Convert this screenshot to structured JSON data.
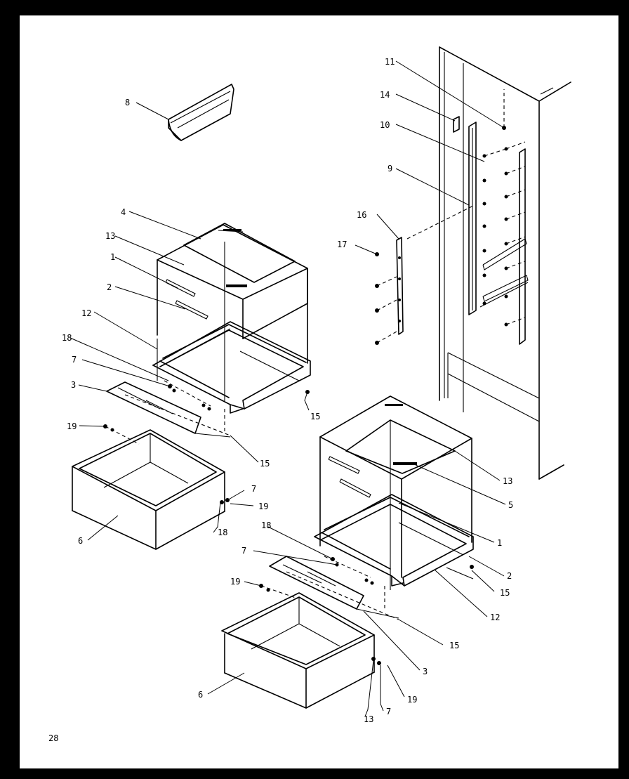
{
  "page_number": "28",
  "callouts": {
    "c1a": "1",
    "c2a": "2",
    "c3a": "3",
    "c4": "4",
    "c6a": "6",
    "c7a": "7",
    "c7b": "7",
    "c8": "8",
    "c9": "9",
    "c10": "10",
    "c11": "11",
    "c12a": "12",
    "c13a": "13",
    "c14": "14",
    "c15a": "15",
    "c15b": "15",
    "c16": "16",
    "c17": "17",
    "c18a": "18",
    "c18b": "18",
    "c19a": "19",
    "c19b": "19",
    "c13b": "13",
    "c5": "5",
    "c1b": "1",
    "c2b": "2",
    "c15c": "15",
    "c12b": "12",
    "c15d": "15",
    "c3b": "3",
    "c18c": "18",
    "c7c": "7",
    "c19c": "19",
    "c6b": "6",
    "c13c": "13",
    "c7d": "7",
    "c19d": "19"
  }
}
